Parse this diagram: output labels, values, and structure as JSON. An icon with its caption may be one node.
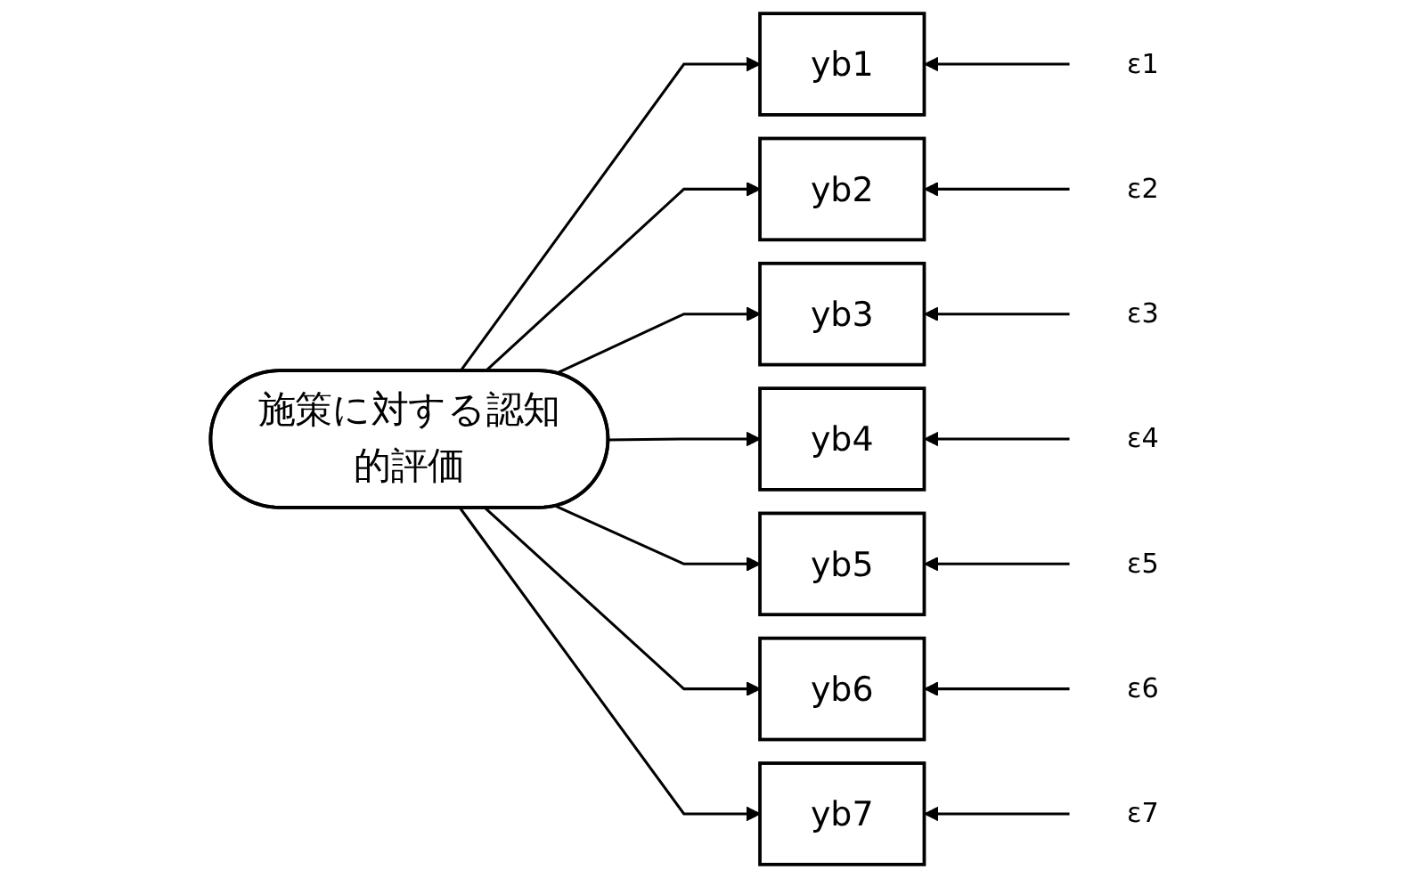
{
  "diagram": {
    "nodes": [
      {
        "text": [
          "施策に対する認知的評価"
        ]
      },
      {
        "text": [
          "yb1"
        ]
      },
      {
        "text": [
          "yb2"
        ]
      },
      {
        "text": [
          "yb3"
        ]
      },
      {
        "text": [
          "yb4"
        ]
      },
      {
        "text": [
          "yb5"
        ]
      },
      {
        "text": [
          "yb6"
        ]
      },
      {
        "text": [
          "yb7"
        ]
      },
      {
        "text": [
          "ε1"
        ]
      },
      {
        "text": [
          "ε2"
        ]
      },
      {
        "text": [
          "ε3"
        ]
      },
      {
        "text": [
          "ε4"
        ]
      },
      {
        "text": [
          "ε5"
        ]
      },
      {
        "text": [
          "ε6"
        ]
      },
      {
        "text": [
          "ε7"
        ]
      }
    ],
    "edges": [
      {
        "from": 0,
        "to": 1,
        "arrow": "to"
      },
      {
        "from": 0,
        "to": 2,
        "arrow": "to"
      },
      {
        "from": 0,
        "to": 3,
        "arrow": "to"
      },
      {
        "from": 0,
        "to": 4,
        "arrow": "to"
      },
      {
        "from": 0,
        "to": 5,
        "arrow": "to"
      },
      {
        "from": 0,
        "to": 6,
        "arrow": "to"
      },
      {
        "from": 0,
        "to": 7,
        "arrow": "to"
      },
      {
        "from": 8,
        "to": 1,
        "arrow": "to"
      },
      {
        "from": 9,
        "to": 2,
        "arrow": "to"
      },
      {
        "from": 10,
        "to": 3,
        "arrow": "to"
      },
      {
        "from": 11,
        "to": 4,
        "arrow": "to"
      },
      {
        "from": 12,
        "to": 5,
        "arrow": "to"
      },
      {
        "from": 13,
        "to": 6,
        "arrow": "to"
      },
      {
        "from": 14,
        "to": 7,
        "arrow": "to"
      }
    ]
  }
}
